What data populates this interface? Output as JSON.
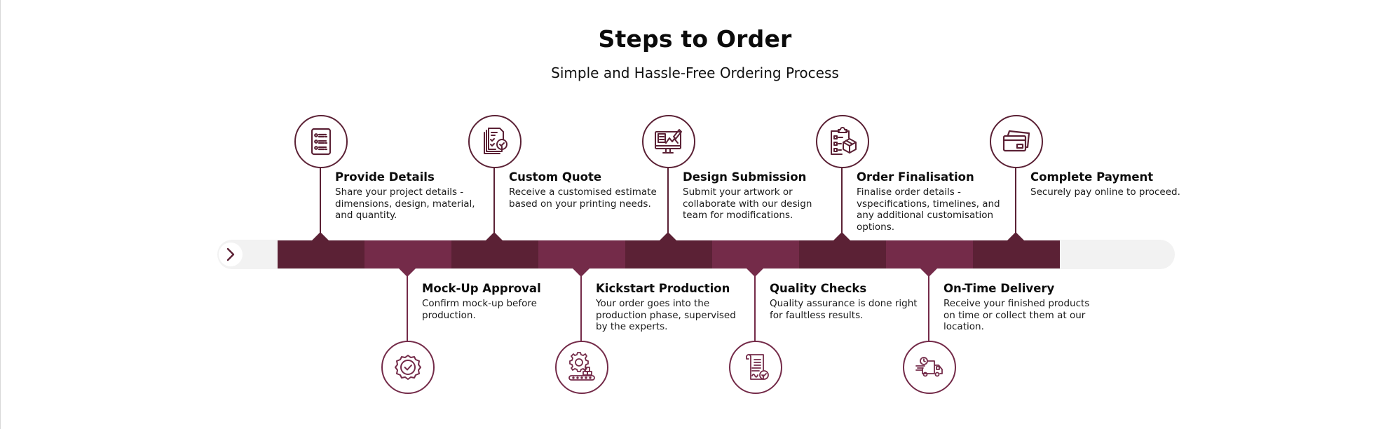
{
  "header": {
    "title": "Steps to Order",
    "subtitle": "Simple and Hassle-Free Ordering Process"
  },
  "colors": {
    "accent_dark": "#5b2135",
    "accent_light": "#742b49",
    "track": "#f2f2f2",
    "text": "#0c0c0c"
  },
  "timeline": {
    "nav_icon": "chevron-right-icon",
    "segments": [
      "dark",
      "light",
      "dark",
      "light",
      "dark",
      "light",
      "dark",
      "light",
      "dark"
    ]
  },
  "steps_top": [
    {
      "title": "Provide Details",
      "desc": "Share your project details - dimensions, design, material, and quantity.",
      "icon": "document-list-icon"
    },
    {
      "title": "Custom Quote",
      "desc": "Receive a customised estimate based on your printing needs.",
      "icon": "quote-check-icon"
    },
    {
      "title": "Design Submission",
      "desc": "Submit your artwork or collaborate with our design team for modifications.",
      "icon": "monitor-design-icon"
    },
    {
      "title": "Order Finalisation",
      "desc": "Finalise order details - vspecifications, timelines, and any additional customisation options.",
      "icon": "clipboard-box-icon"
    },
    {
      "title": "Complete Payment",
      "desc": "Securely pay online to proceed.",
      "icon": "credit-card-icon"
    }
  ],
  "steps_bottom": [
    {
      "title": "Mock-Up Approval",
      "desc": "Confirm mock-up before production.",
      "icon": "badge-check-icon"
    },
    {
      "title": "Kickstart Production",
      "desc": "Your order goes into the production phase, supervised by the experts.",
      "icon": "gear-conveyor-icon"
    },
    {
      "title": "Quality Checks",
      "desc": "Quality assurance is done right for faultless results.",
      "icon": "certificate-check-icon"
    },
    {
      "title": "On-Time Delivery",
      "desc": "Receive your finished products on time or collect them at our location.",
      "icon": "delivery-truck-icon"
    }
  ]
}
